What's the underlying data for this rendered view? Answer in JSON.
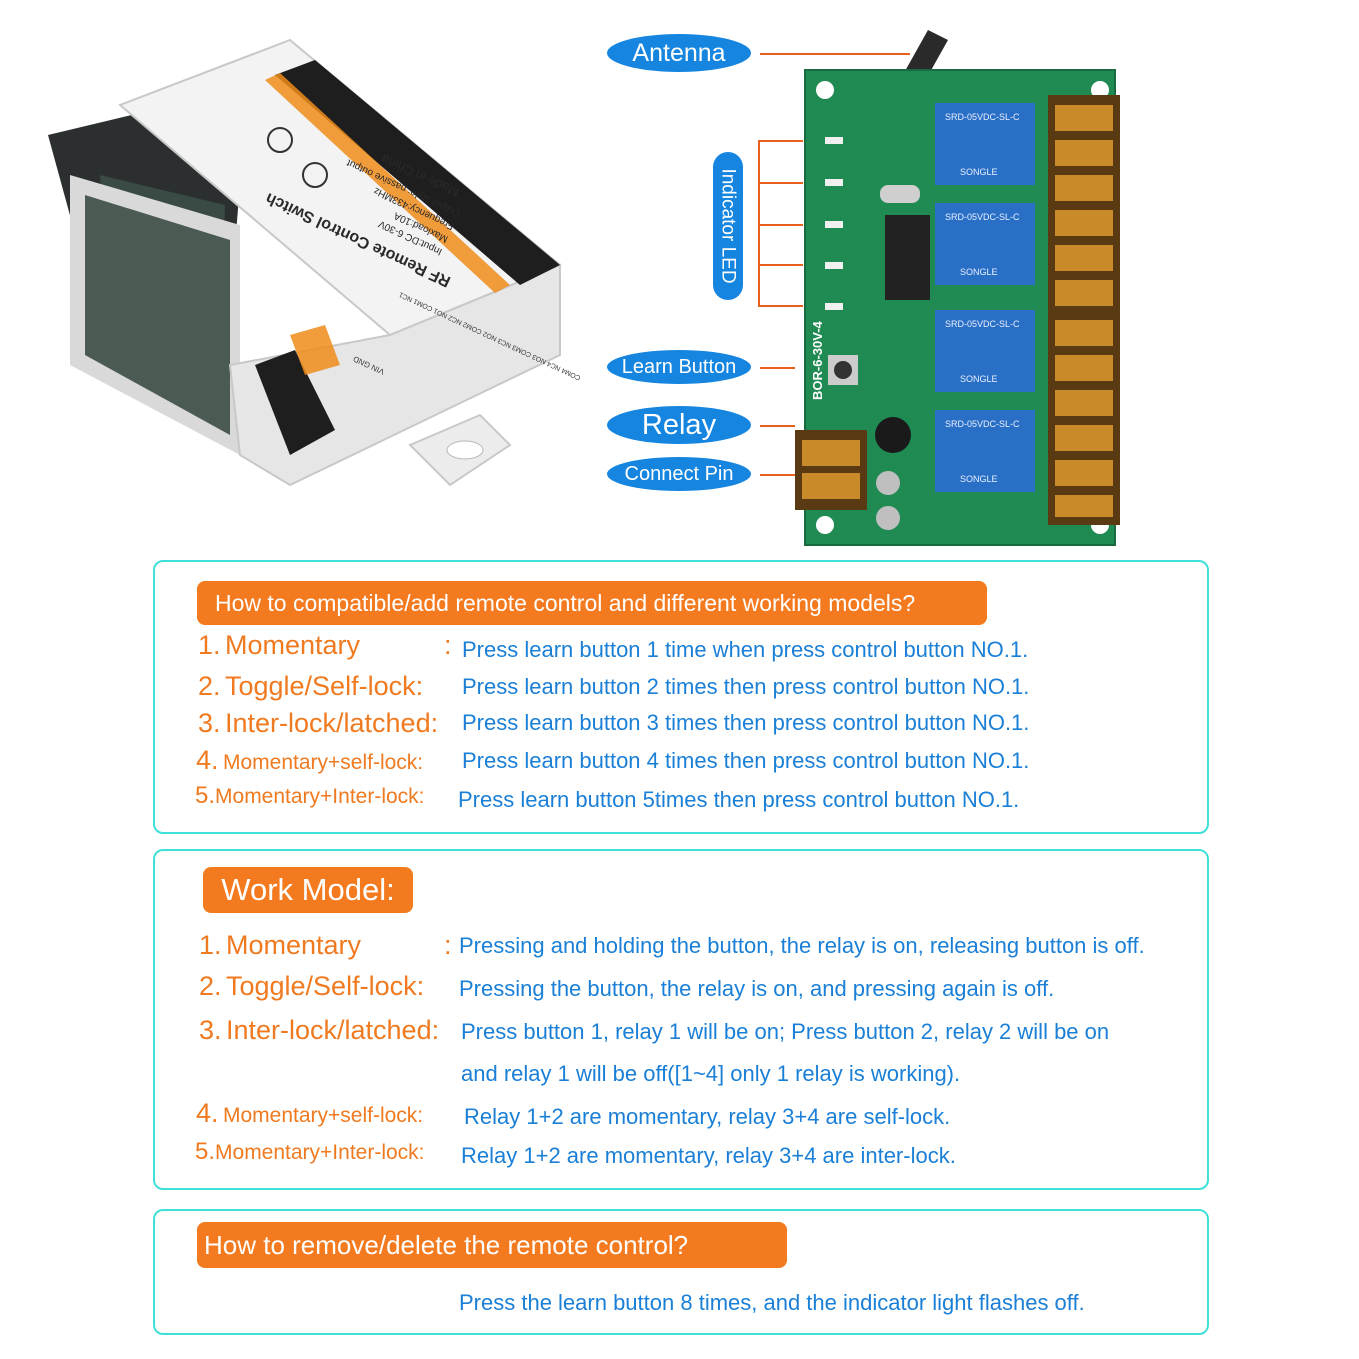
{
  "labels": {
    "antenna": "Antenna",
    "indicator_led": "Indicator LED",
    "learn_button": "Learn Button",
    "relay": "Relay",
    "connect_pin": "Connect Pin"
  },
  "enclosure_print": {
    "title": "RF Remote Control Switch",
    "input": "Input:DC 6-30V",
    "maxload": "Maxload:10A",
    "frequency": "Frequency:433MHz",
    "output": "Output style: passive output",
    "made": "Made in China",
    "terminals": "NO4 COM4 NC4  NO3 COM3 NC3  NO2 COM2 NC2  NO1 COM1 NC1",
    "power": "VIN GND"
  },
  "board_print": {
    "model": "BOR-6-30V-4",
    "relay_text": "SRD-05VDC-SL-C",
    "relay_brand": "SONGLE"
  },
  "section1": {
    "header": "How to compatible/add remote control and different working models?",
    "rows": [
      {
        "num": "1.",
        "name": "Momentary",
        "desc": "Press learn button 1 time when press control button NO.1."
      },
      {
        "num": "2.",
        "name": "Toggle/Self-lock:",
        "desc": "Press learn button 2 times then press control button NO.1."
      },
      {
        "num": "3.",
        "name": "Inter-lock/latched:",
        "desc": "Press learn button 3 times then press control button NO.1."
      },
      {
        "num": "4.",
        "name": "Momentary+self-lock:",
        "desc": "Press learn button 4 times then press control button NO.1."
      },
      {
        "num": "5.",
        "name": "Momentary+Inter-lock:",
        "desc": "Press learn button  5times then press control button NO.1."
      }
    ],
    "colon": ":"
  },
  "section2": {
    "header": "Work Model:",
    "rows": [
      {
        "num": "1.",
        "name": "Momentary",
        "desc": "Pressing and holding the button, the relay is on, releasing button is off."
      },
      {
        "num": "2.",
        "name": "Toggle/Self-lock:",
        "desc": "Pressing the button, the relay is on, and pressing again is off."
      },
      {
        "num": "3.",
        "name": "Inter-lock/latched:",
        "desc": "Press button 1, relay 1 will be on; Press button 2, relay 2 will be on"
      },
      {
        "num": "4.",
        "name": "Momentary+self-lock:",
        "desc": "Relay 1+2 are momentary, relay 3+4 are self-lock."
      },
      {
        "num": "5.",
        "name": "Momentary+Inter-lock:",
        "desc": "Relay 1+2 are momentary, relay 3+4 are inter-lock."
      }
    ],
    "row3_cont": "and relay 1 will be off([1~4] only 1 relay is working).",
    "colon": ":"
  },
  "section3": {
    "header": "How to remove/delete the remote control?",
    "desc": "Press the learn button 8 times, and the indicator light flashes off."
  },
  "colors": {
    "orange": "#f47a1f",
    "blue_text": "#1a7fd6",
    "pill_blue": "#1585e0",
    "panel_border": "#3fe0d8",
    "pcb_green": "#1f8a52"
  }
}
